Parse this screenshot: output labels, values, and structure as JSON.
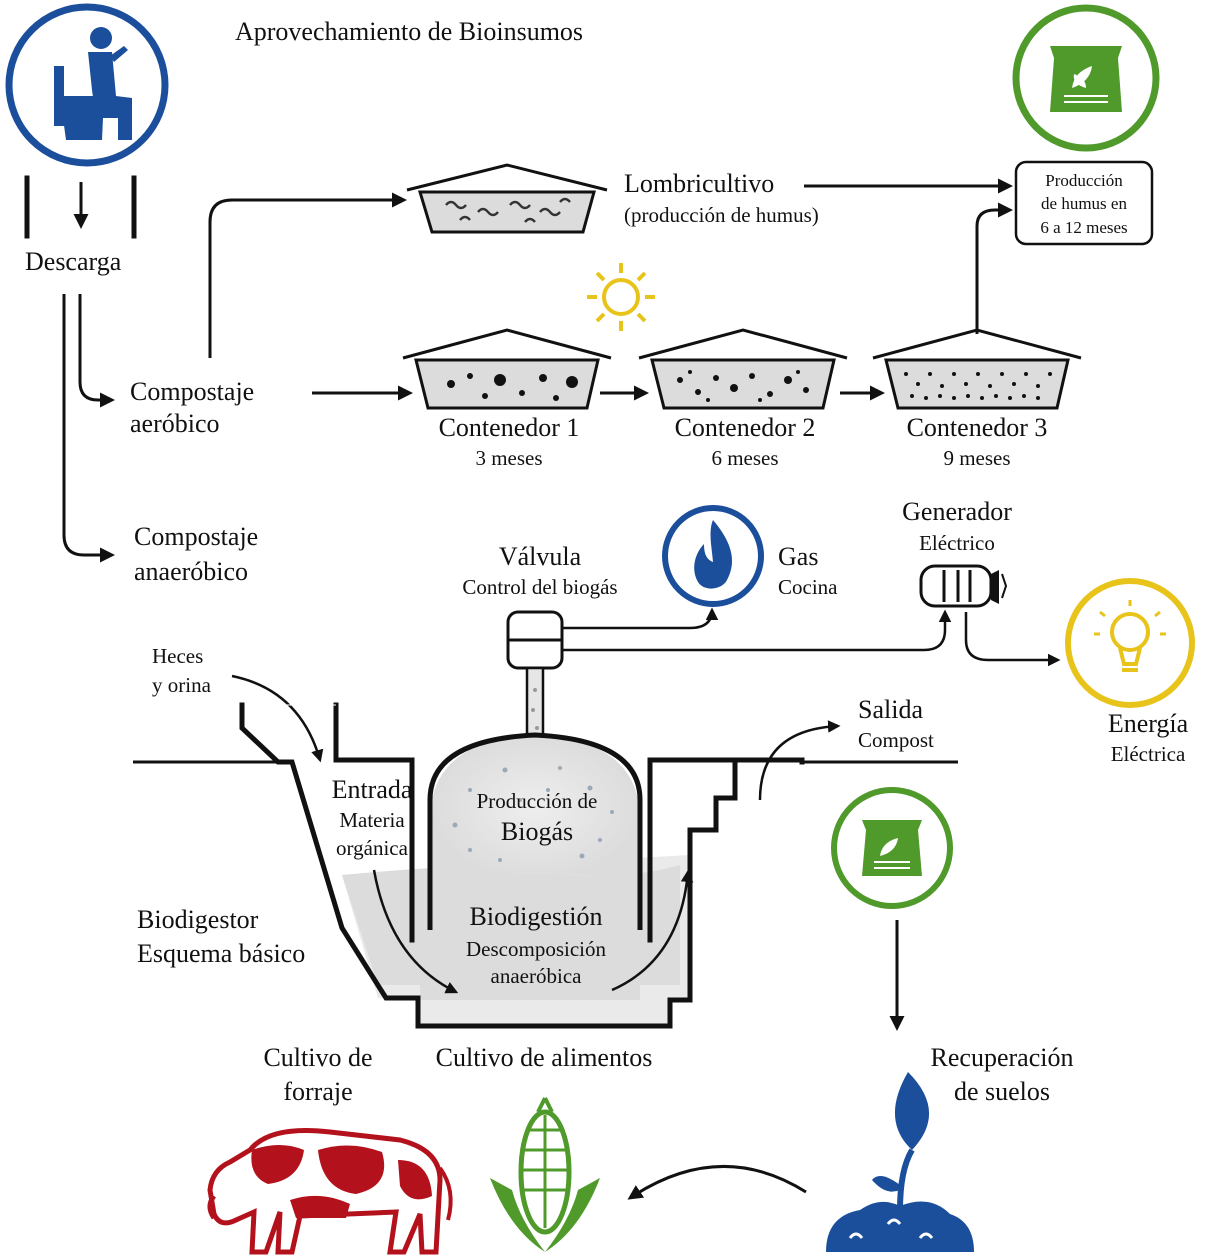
{
  "title": "Aprovechamiento de Bioinsumos",
  "labels": {
    "descarga": "Descarga",
    "aerobico_1": "Compostaje",
    "aerobico_2": "aeróbico",
    "anaerobico_1": "Compostaje",
    "anaerobico_2": "anaeróbico",
    "lombri_1": "Lombricultivo",
    "lombri_2": "(producción de humus)",
    "humus_1": "Producción",
    "humus_2": "de humus en",
    "humus_3": "6 a 12 meses",
    "cont1_name": "Contenedor 1",
    "cont1_time": "3 meses",
    "cont2_name": "Contenedor 2",
    "cont2_time": "6 meses",
    "cont3_name": "Contenedor 3",
    "cont3_time": "9 meses",
    "valvula_1": "Válvula",
    "valvula_2": "Control del biogás",
    "gas_1": "Gas",
    "gas_2": "Cocina",
    "generador_1": "Generador",
    "generador_2": "Eléctrico",
    "energia_1": "Energía",
    "energia_2": "Eléctrica",
    "heces_1": "Heces",
    "heces_2": "y orina",
    "entrada_1": "Entrada",
    "entrada_2": "Materia",
    "entrada_3": "orgánica",
    "biogas_1": "Producción de",
    "biogas_2": "Biogás",
    "salida_1": "Salida",
    "salida_2": "Compost",
    "biodigestor_1": "Biodigestor",
    "biodigestor_2": "Esquema básico",
    "biodigestion_1": "Biodigestión",
    "biodigestion_2": "Descomposición",
    "biodigestion_3": "anaeróbica",
    "forraje_1": "Cultivo de",
    "forraje_2": "forraje",
    "alimentos": "Cultivo de alimentos",
    "suelos_1": "Recuperación",
    "suelos_2": "de suelos"
  },
  "icons": {
    "person": "person-on-toilet-icon",
    "bag_top": "compost-bag-icon",
    "bag_mid": "compost-bag-icon",
    "sun": "sun-icon",
    "flame": "flame-icon",
    "bulb": "light-bulb-icon",
    "generator": "generator-icon",
    "cow": "cow-icon",
    "corn": "corn-icon",
    "sprout": "sprout-icon"
  },
  "colors": {
    "blue": "#1b4f9c",
    "green": "#4f9a2a",
    "yellow": "#e8c31a",
    "red": "#b3121d",
    "grey_fill": "#dcdcdc"
  }
}
